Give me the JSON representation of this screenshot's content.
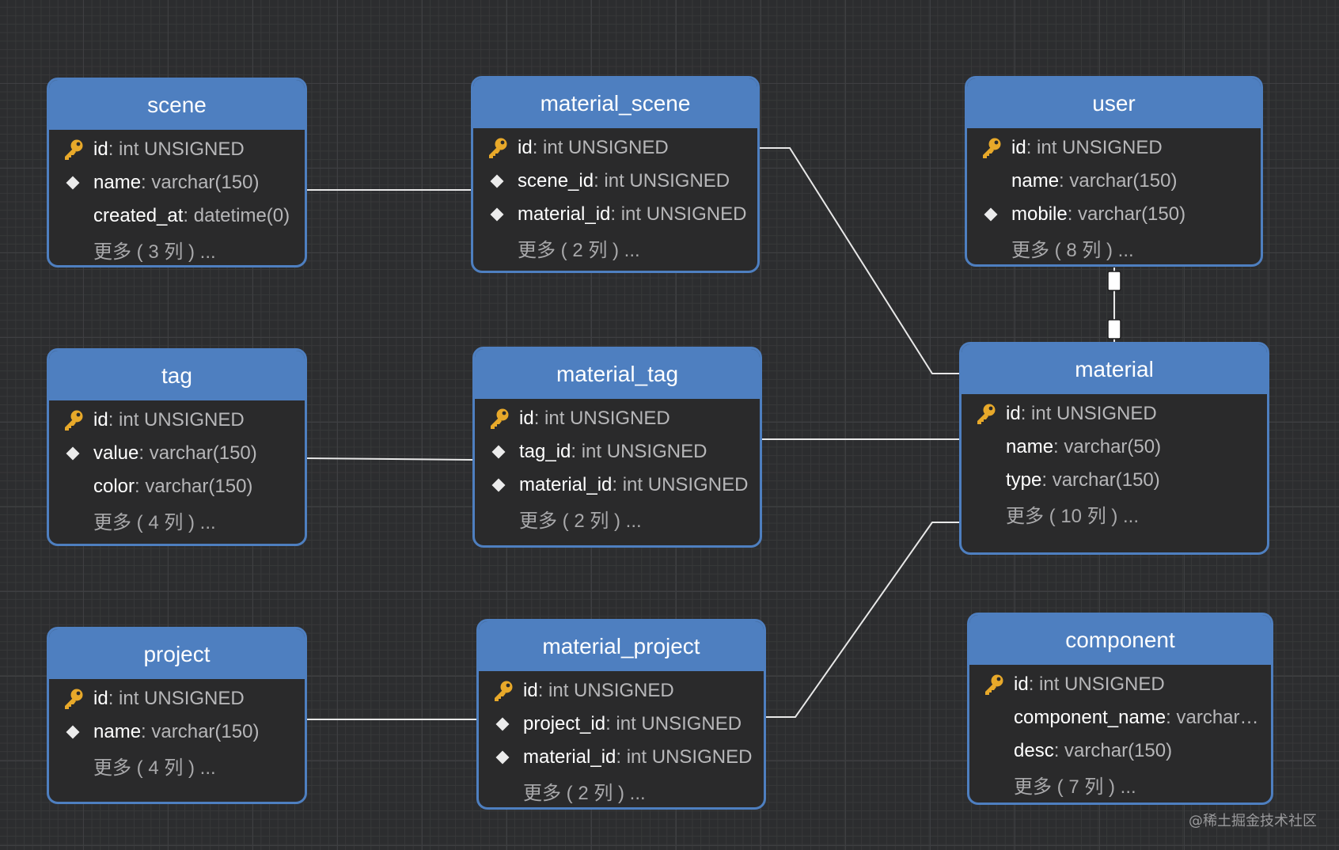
{
  "diagram": {
    "watermark": "@稀土掘金技术社区",
    "line_color": "#e8e8e8",
    "header_color": "#4e7fc0",
    "key_icon_color": "#e8a92a"
  },
  "entities": {
    "scene": {
      "title": "scene",
      "rows": [
        {
          "icon": "key-icon",
          "name": "id",
          "type": ": int UNSIGNED"
        },
        {
          "icon": "foreign-key-icon",
          "name": "name",
          "type": ": varchar(150)"
        },
        {
          "icon": "none",
          "name": "created_at",
          "type": ": datetime(0)"
        }
      ],
      "more": "更多 ( 3 列 ) ..."
    },
    "material_scene": {
      "title": "material_scene",
      "rows": [
        {
          "icon": "key-icon",
          "name": "id",
          "type": ": int UNSIGNED"
        },
        {
          "icon": "foreign-key-icon",
          "name": "scene_id",
          "type": ": int UNSIGNED"
        },
        {
          "icon": "foreign-key-icon",
          "name": "material_id",
          "type": ": int UNSIGNED"
        }
      ],
      "more": "更多 ( 2 列 ) ..."
    },
    "user": {
      "title": "user",
      "rows": [
        {
          "icon": "key-icon",
          "name": "id",
          "type": ": int UNSIGNED"
        },
        {
          "icon": "none",
          "name": "name",
          "type": ": varchar(150)"
        },
        {
          "icon": "foreign-key-icon",
          "name": "mobile",
          "type": ": varchar(150)"
        }
      ],
      "more": "更多 ( 8 列 ) ..."
    },
    "tag": {
      "title": "tag",
      "rows": [
        {
          "icon": "key-icon",
          "name": "id",
          "type": ": int UNSIGNED"
        },
        {
          "icon": "foreign-key-icon",
          "name": "value",
          "type": ": varchar(150)"
        },
        {
          "icon": "none",
          "name": "color",
          "type": ": varchar(150)"
        }
      ],
      "more": "更多 ( 4 列 ) ..."
    },
    "material_tag": {
      "title": "material_tag",
      "rows": [
        {
          "icon": "key-icon",
          "name": "id",
          "type": ": int UNSIGNED"
        },
        {
          "icon": "foreign-key-icon",
          "name": "tag_id",
          "type": ": int UNSIGNED"
        },
        {
          "icon": "foreign-key-icon",
          "name": "material_id",
          "type": ": int UNSIGNED"
        }
      ],
      "more": "更多 ( 2 列 ) ..."
    },
    "material": {
      "title": "material",
      "rows": [
        {
          "icon": "key-icon",
          "name": "id",
          "type": ": int UNSIGNED"
        },
        {
          "icon": "none",
          "name": "name",
          "type": ": varchar(50)"
        },
        {
          "icon": "none",
          "name": "type",
          "type": ": varchar(150)"
        }
      ],
      "more": "更多 ( 10 列 ) ..."
    },
    "project": {
      "title": "project",
      "rows": [
        {
          "icon": "key-icon",
          "name": "id",
          "type": ": int UNSIGNED"
        },
        {
          "icon": "foreign-key-icon",
          "name": "name",
          "type": ": varchar(150)"
        }
      ],
      "more": "更多 ( 4 列 ) ..."
    },
    "material_project": {
      "title": "material_project",
      "rows": [
        {
          "icon": "key-icon",
          "name": "id",
          "type": ": int UNSIGNED"
        },
        {
          "icon": "foreign-key-icon",
          "name": "project_id",
          "type": ": int UNSIGNED"
        },
        {
          "icon": "foreign-key-icon",
          "name": "material_id",
          "type": ": int UNSIGNED"
        }
      ],
      "more": "更多 ( 2 列 ) ..."
    },
    "component": {
      "title": "component",
      "rows": [
        {
          "icon": "key-icon",
          "name": "id",
          "type": ": int UNSIGNED"
        },
        {
          "icon": "none",
          "name": "component_name",
          "type": ": varchar…"
        },
        {
          "icon": "none",
          "name": "desc",
          "type": ": varchar(150)"
        }
      ],
      "more": "更多 ( 7 列 ) ..."
    }
  },
  "relationships": [
    {
      "from": "scene",
      "to": "material_scene"
    },
    {
      "from": "material_scene",
      "to": "material"
    },
    {
      "from": "user",
      "to": "material"
    },
    {
      "from": "tag",
      "to": "material_tag"
    },
    {
      "from": "material_tag",
      "to": "material"
    },
    {
      "from": "project",
      "to": "material_project"
    },
    {
      "from": "material_project",
      "to": "material"
    }
  ]
}
